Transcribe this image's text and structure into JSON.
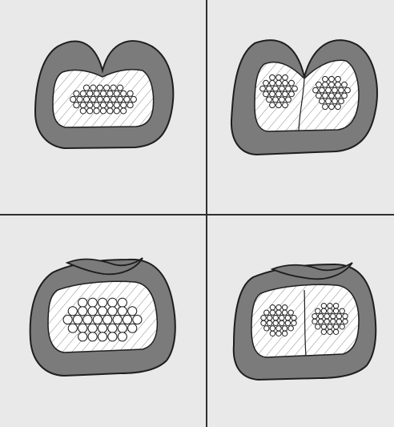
{
  "figure": {
    "layout": "2x2 grid",
    "background_color": "#e9e9e9",
    "divider_color": "#2f2f2f",
    "wall_fill_color": "#7b7b7b",
    "outline_color": "#1e1e1e",
    "lumen_fill_color": "#ffffff",
    "hatch_color": "#8a8a8a",
    "panels": [
      {
        "position": "top-left",
        "wall": "notched-top",
        "partition": "none",
        "cell_clusters": 1,
        "cell_size": "small"
      },
      {
        "position": "top-right",
        "wall": "notched-top",
        "partition": "vertical",
        "cell_clusters": 2,
        "cell_size": "small"
      },
      {
        "position": "bottom-left",
        "wall": "overlapping-fold",
        "partition": "none",
        "cell_clusters": 1,
        "cell_size": "large"
      },
      {
        "position": "bottom-right",
        "wall": "overlapping-fold",
        "partition": "vertical",
        "cell_clusters": 2,
        "cell_size": "small"
      }
    ]
  }
}
